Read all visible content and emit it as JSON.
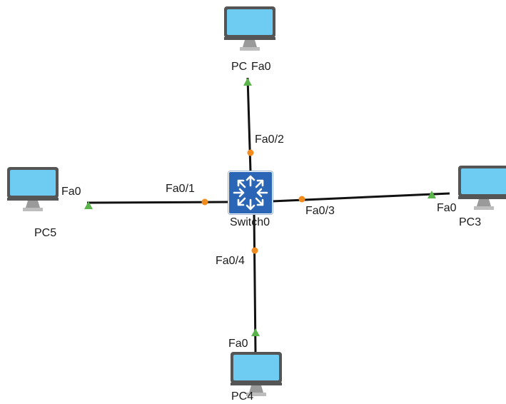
{
  "colors": {
    "link": "#111111",
    "port_up": "#5ab44b",
    "port_switch": "#f28c1e",
    "monitor_screen": "#6ecbf2",
    "monitor_bezel": "#555555",
    "switch_body": "#2a66b5"
  },
  "icons": {
    "switch": "network-switch-icon",
    "pc": "pc-monitor-icon"
  },
  "devices": {
    "switch": {
      "name": "Switch0"
    },
    "pc_top": {
      "name": "PC"
    },
    "pc_left": {
      "name": "PC5"
    },
    "pc_right": {
      "name": "PC3"
    },
    "pc_bottom": {
      "name": "PC4"
    }
  },
  "links": [
    {
      "device": "pc_top",
      "switch_port": "Fa0/2",
      "pc_port": "Fa0"
    },
    {
      "device": "pc_left",
      "switch_port": "Fa0/1",
      "pc_port": "Fa0"
    },
    {
      "device": "pc_right",
      "switch_port": "Fa0/3",
      "pc_port": "Fa0"
    },
    {
      "device": "pc_bottom",
      "switch_port": "Fa0/4",
      "pc_port": "Fa0"
    }
  ]
}
